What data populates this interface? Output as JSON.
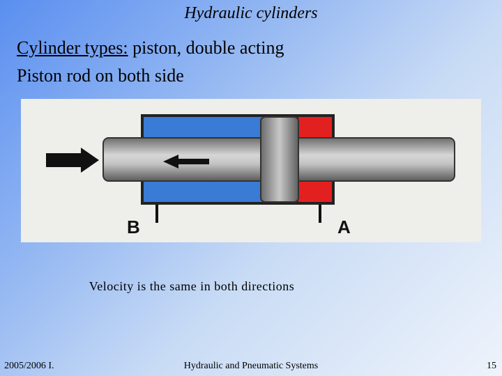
{
  "title": "Hydraulic cylinders",
  "lines": [
    {
      "label": "Cylinder types:",
      "text": " piston, double acting"
    },
    {
      "text": "Piston rod on both side"
    }
  ],
  "figure": {
    "port_left_label": "B",
    "port_right_label": "A",
    "colors": {
      "chamber_left": "#3a7bd5",
      "chamber_right": "#e32020",
      "rod": "#a8a8a8",
      "arrow": "#111111",
      "background": "#eeeeea"
    }
  },
  "caption": "Velocity is the same in both directions",
  "footer": {
    "left": "2005/2006 I.",
    "center": "Hydraulic and Pneumatic Systems",
    "right": "15"
  }
}
